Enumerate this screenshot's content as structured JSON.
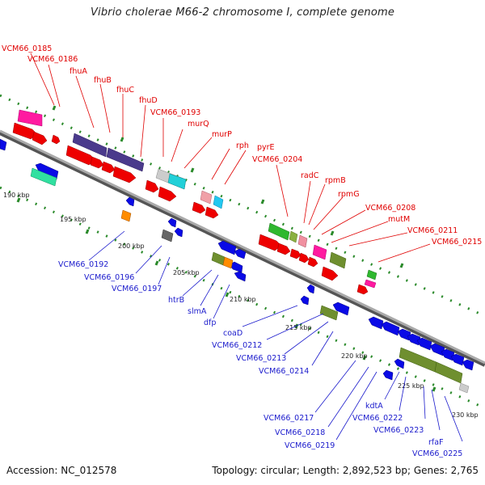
{
  "title": "Vibrio cholerae M66-2 chromosome I, complete genome",
  "footer": {
    "accession": "Accession: NC_012578",
    "summary": "Topology: circular; Length: 2,892,523 bp; Genes: 2,765"
  },
  "colors": {
    "forward_label": "#e00000",
    "reverse_label": "#1a1acc",
    "backbone": "#999999",
    "tick": "#2a8a2a"
  },
  "ticks": [
    "190 kbp",
    "195 kbp",
    "200 kbp",
    "205 kbp",
    "210 kbp",
    "215 kbp",
    "220 kbp",
    "225 kbp",
    "230 kbp"
  ],
  "forward_labels": [
    "VCM66_0185",
    "VCM66_0186",
    "fhuA",
    "fhuB",
    "fhuC",
    "fhuD",
    "VCM66_0193",
    "murQ",
    "murP",
    "rph",
    "pyrE",
    "VCM66_0204",
    "radC",
    "rpmB",
    "rpmG",
    "VCM66_0208",
    "mutM",
    "VCM66_0211",
    "VCM66_0215"
  ],
  "reverse_labels": [
    "VCM66_0192",
    "VCM66_0196",
    "VCM66_0197",
    "htrB",
    "slmA",
    "dfp",
    "coaD",
    "VCM66_0212",
    "VCM66_0213",
    "VCM66_0214",
    "VCM66_0217",
    "VCM66_0218",
    "VCM66_0219",
    "kdtA",
    "VCM66_0222",
    "VCM66_0223",
    "rfaF",
    "VCM66_0225"
  ]
}
